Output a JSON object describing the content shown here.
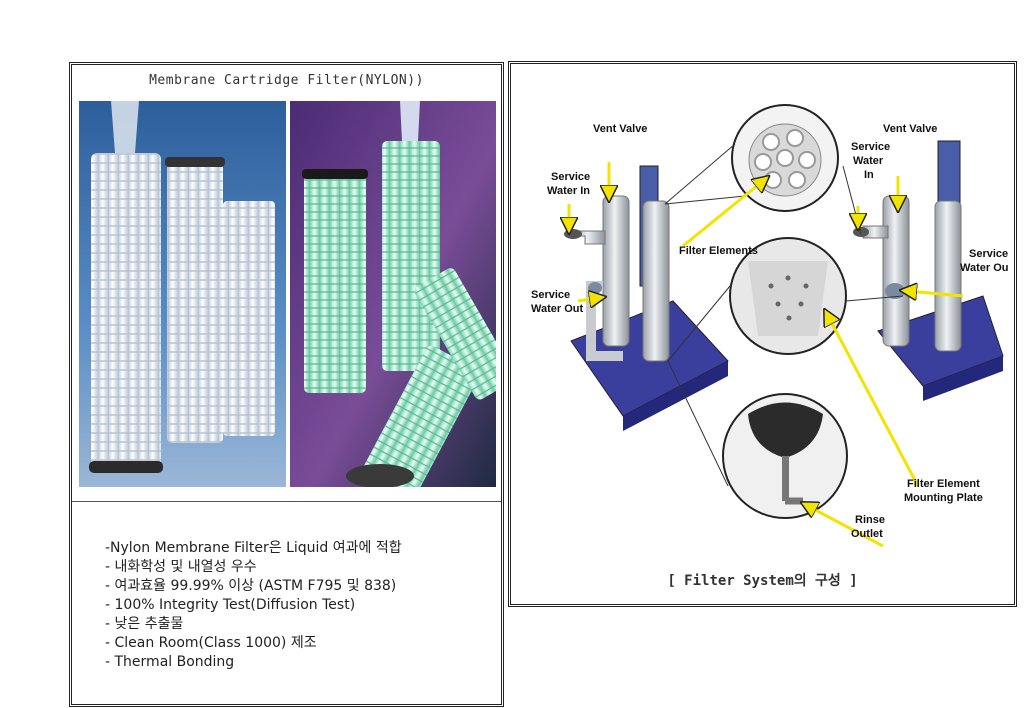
{
  "left_panel": {
    "title": "Membrane Cartridge Filter(NYLON))",
    "features": [
      "-Nylon Membrane Filter은 Liquid 여과에 적합",
      "- 내화학성 및 내열성 우수",
      "- 여과효율 99.99% 이상 (ASTM F795 및 838)",
      "- 100% Integrity Test(Diffusion Test)",
      "- 낮은 추출물",
      "- Clean Room(Class 1000) 제조",
      "- Thermal Bonding"
    ]
  },
  "right_panel": {
    "caption": "[ Filter System의 구성 ]",
    "labels": {
      "vent_valve_left": "Vent Valve",
      "vent_valve_right": "Vent Valve",
      "service_water_in_left_1": "Service",
      "service_water_in_left_2": "Water In",
      "service_water_in_right_1": "Service",
      "service_water_in_right_2": "Water",
      "service_water_in_right_3": "In",
      "filter_elements": "Filter Elements",
      "service_water_out_left_1": "Service",
      "service_water_out_left_2": "Water Out",
      "service_water_out_right_1": "Service",
      "service_water_out_right_2": "Water Out",
      "mounting_plate_1": "Filter Element",
      "mounting_plate_2": "Mounting Plate",
      "rinse_outlet_1": "Rinse",
      "rinse_outlet_2": "Outlet"
    }
  },
  "colors": {
    "background_blue": "#2e6fb0",
    "skid_blue": "#3a3f9e",
    "photo_purple": "#6a3f86",
    "arrow_yellow": "#f2e400",
    "pipe_gray": "#c8ccd0"
  }
}
